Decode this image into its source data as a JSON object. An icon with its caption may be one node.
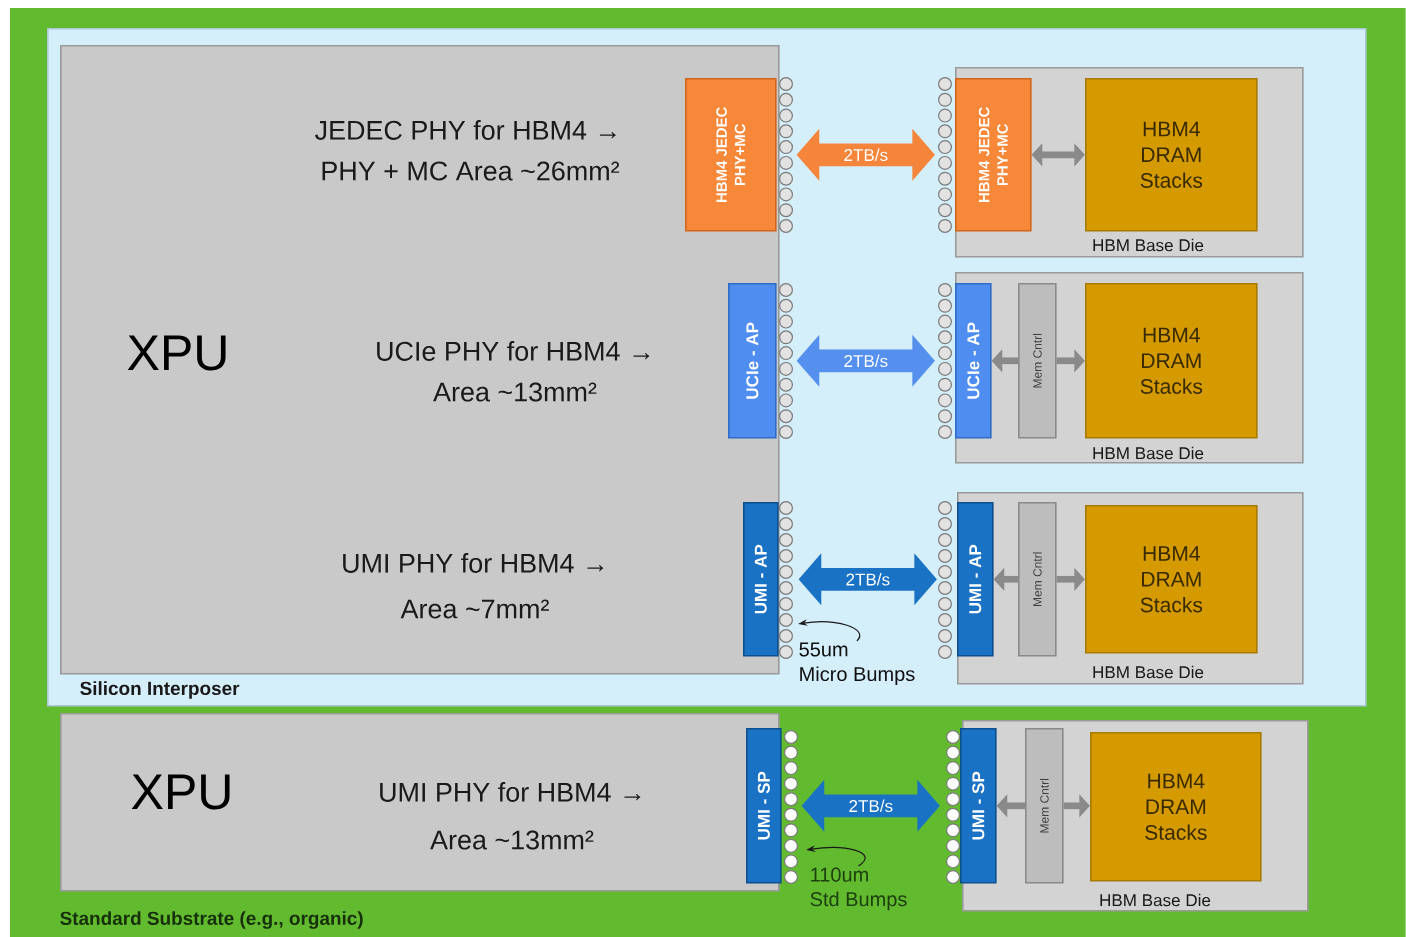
{
  "diagram": {
    "nodes": [
      {
        "text": [
          "Standard Substrate (e.g., organic)"
        ]
      },
      {
        "text": [
          "Silicon Interposer"
        ],
        "in": 0
      },
      {
        "text": [
          "XPU",
          "JEDEC PHY for HBM4 →",
          "PHY + MC Area ~26mm²",
          "UCIe PHY for HBM4 →",
          "Area ~13mm²",
          "UMI PHY for HBM4 →",
          "Area ~7mm²"
        ],
        "in": 1
      },
      {
        "text": [
          "HBM4 JEDEC PHY+MC"
        ],
        "in": 2
      },
      {
        "text": [
          "UCIe - AP"
        ],
        "in": 2
      },
      {
        "text": [
          "UMI - AP"
        ],
        "in": 2
      },
      {
        "text": [
          "HBM Base Die"
        ],
        "in": 1
      },
      {
        "text": [
          "HBM4 JEDEC PHY+MC"
        ],
        "in": 6
      },
      {
        "text": [
          "HBM4 DRAM Stacks"
        ],
        "in": 6
      },
      {
        "text": [
          "HBM Base Die"
        ],
        "in": 1
      },
      {
        "text": [
          "UCIe - AP"
        ],
        "in": 9
      },
      {
        "text": [
          "Mem Cntrl"
        ],
        "in": 9
      },
      {
        "text": [
          "HBM4 DRAM Stacks"
        ],
        "in": 9
      },
      {
        "text": [
          "HBM Base Die"
        ],
        "in": 1
      },
      {
        "text": [
          "UMI - AP"
        ],
        "in": 13
      },
      {
        "text": [
          "Mem Cntrl"
        ],
        "in": 13
      },
      {
        "text": [
          "HBM4 DRAM Stacks"
        ],
        "in": 13
      },
      {
        "text": [
          "55um",
          "Micro Bumps"
        ],
        "in": 1
      },
      {
        "text": [
          "XPU",
          "UMI PHY for HBM4 →",
          "Area ~13mm²"
        ],
        "in": 0
      },
      {
        "text": [
          "UMI - SP"
        ],
        "in": 18
      },
      {
        "text": [
          "HBM Base Die"
        ],
        "in": 0
      },
      {
        "text": [
          "UMI - SP"
        ],
        "in": 20
      },
      {
        "text": [
          "Mem Cntrl"
        ],
        "in": 20
      },
      {
        "text": [
          "HBM4 DRAM Stacks"
        ],
        "in": 20
      },
      {
        "text": [
          "110um",
          "Std Bumps"
        ],
        "in": 0
      }
    ],
    "edges": [
      {
        "from": 3,
        "to": 7,
        "arrow": "both",
        "label": "2TB/s",
        "style": "thick",
        "color": "#f5853a"
      },
      {
        "from": 7,
        "to": 8,
        "arrow": "both"
      },
      {
        "from": 4,
        "to": 10,
        "arrow": "both",
        "label": "2TB/s",
        "style": "thick",
        "color": "#5590ee"
      },
      {
        "from": 11,
        "to": 10,
        "arrow": "to"
      },
      {
        "from": 11,
        "to": 12,
        "arrow": "to"
      },
      {
        "from": 5,
        "to": 14,
        "arrow": "both",
        "label": "2TB/s",
        "style": "thick",
        "color": "#1a72c4"
      },
      {
        "from": 15,
        "to": 14,
        "arrow": "to"
      },
      {
        "from": 15,
        "to": 16,
        "arrow": "to"
      },
      {
        "from": 19,
        "to": 21,
        "arrow": "both",
        "label": "2TB/s",
        "style": "thick",
        "color": "#1a72c4"
      },
      {
        "from": 22,
        "to": 21,
        "arrow": "to"
      },
      {
        "from": 22,
        "to": 23,
        "arrow": "to"
      },
      {
        "from": 17,
        "to": null,
        "arrow": "to",
        "color": "#1a1a1a"
      },
      {
        "from": 24,
        "to": null,
        "arrow": "to",
        "color": "#1a1a1a"
      }
    ]
  }
}
